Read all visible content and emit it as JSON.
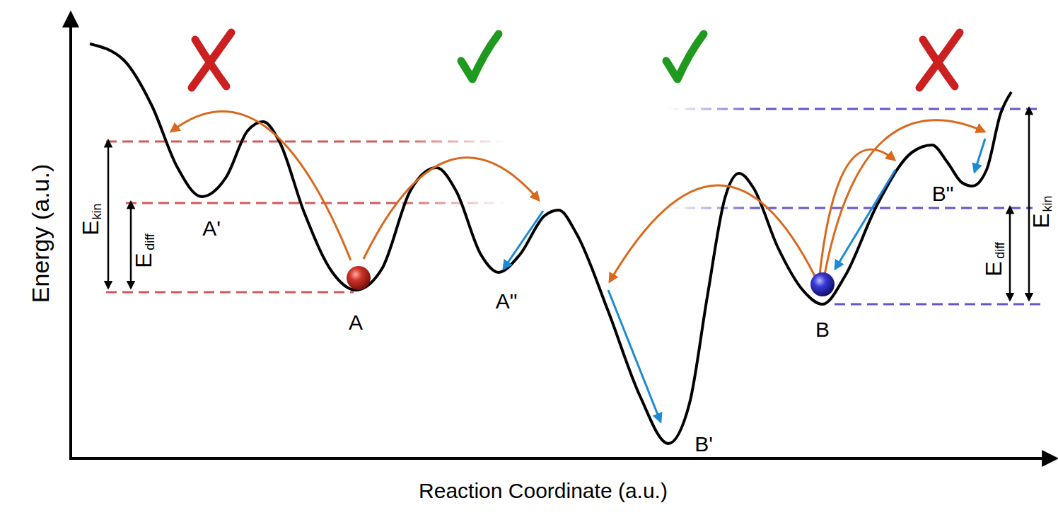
{
  "diagram": {
    "labels": [
      "E",
      "kin",
      "E",
      "diff",
      "A'",
      "A",
      "A\"",
      "B'",
      "B",
      "B\"",
      "E",
      "diff",
      "E",
      "kin",
      "Energy (a.u.)",
      "Reaction Coordinate (a.u.)"
    ]
  }
}
